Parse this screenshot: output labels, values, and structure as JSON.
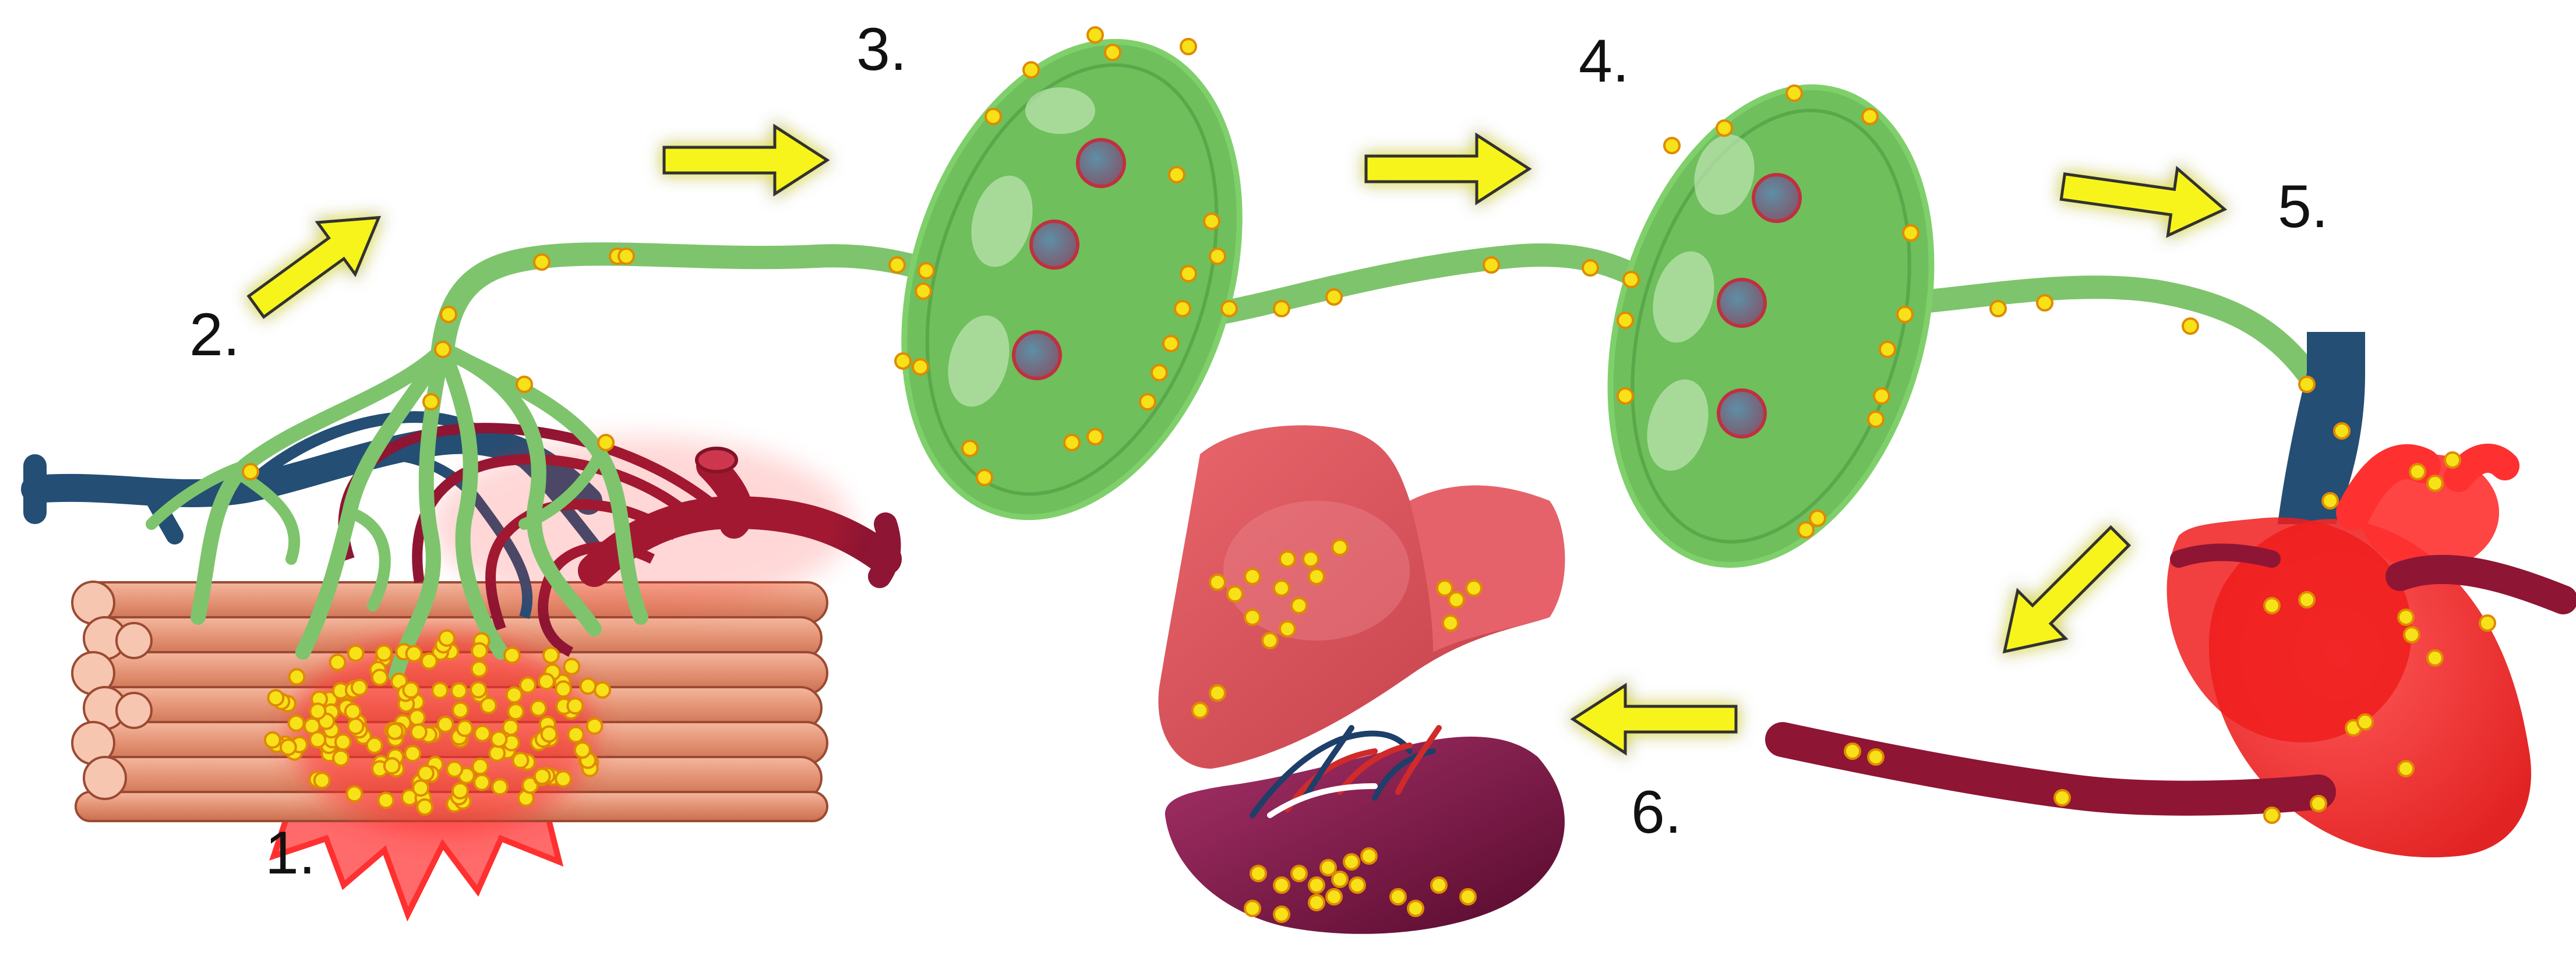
{
  "step_labels": {
    "s1": "1.",
    "s2": "2.",
    "s3": "3.",
    "s4": "4.",
    "s5": "5.",
    "s6": "6."
  },
  "colors": {
    "lymph": "#7ec46c",
    "lymph_node_fill": "#6fbf5d",
    "vein": "#244e74",
    "artery": "#8e1533",
    "muscle": "#e9a084",
    "heart": "#f01d1d",
    "liver": "#dd4e56",
    "spleen": "#7a1542",
    "arrow": "#f7f41a",
    "particle": "#f7e21a",
    "injury": "#ff2a2a",
    "cell": "#4f7d93"
  },
  "icons": {
    "muscle": "muscle-bundle-icon",
    "heart": "heart-icon",
    "liver": "liver-icon",
    "spleen": "spleen-icon",
    "lymph_node": "lymph-node-icon"
  }
}
